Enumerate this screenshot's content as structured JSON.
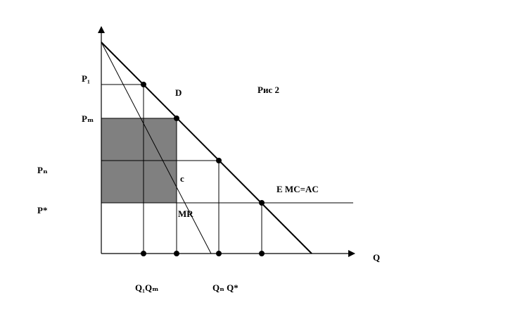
{
  "figure": {
    "caption": "Рис 2"
  },
  "labels": {
    "p1": "P₁",
    "pm": "Pₘ",
    "pn": "Pₙ",
    "pstar": "P*",
    "demand": "D",
    "point_c": "c",
    "mr": "MR",
    "e_mc_ac": "E MC=AC",
    "q_axis": "Q",
    "q1_qm": "Q₁Qₘ",
    "qn_qstar": "Qₙ Q*"
  },
  "colors": {
    "shaded_area": "#808080",
    "lines": "#000000"
  }
}
